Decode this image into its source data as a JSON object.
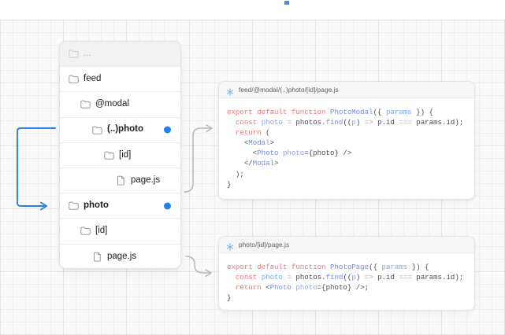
{
  "canvas": {
    "grid": true,
    "bg_color": "#fafafa",
    "accent_color": "#2680eb",
    "connector_color": "#b7b7bd"
  },
  "file_tree": {
    "rows": [
      {
        "label": "...",
        "icon": "folder-icon",
        "indent": 1,
        "muted": true,
        "bold": false,
        "marker": false
      },
      {
        "label": "feed",
        "icon": "folder-icon",
        "indent": 1,
        "muted": false,
        "bold": false,
        "marker": false
      },
      {
        "label": "@modal",
        "icon": "folder-icon",
        "indent": 2,
        "muted": false,
        "bold": false,
        "marker": false
      },
      {
        "label": "(..)photo",
        "icon": "folder-icon",
        "indent": 3,
        "muted": false,
        "bold": true,
        "marker": true
      },
      {
        "label": "[id]",
        "icon": "folder-icon",
        "indent": 4,
        "muted": false,
        "bold": false,
        "marker": false
      },
      {
        "label": "page.js",
        "icon": "file-icon",
        "indent": 5,
        "muted": false,
        "bold": false,
        "marker": false
      },
      {
        "label": "photo",
        "icon": "folder-icon",
        "indent": 1,
        "muted": false,
        "bold": true,
        "marker": true
      },
      {
        "label": "[id]",
        "icon": "folder-icon",
        "indent": 2,
        "muted": false,
        "bold": false,
        "marker": false
      },
      {
        "label": "page.js",
        "icon": "file-icon",
        "indent": 3,
        "muted": false,
        "bold": false,
        "marker": false
      }
    ]
  },
  "code_blocks": [
    {
      "header_icon": "nextjs-snowflake-icon",
      "header_path": "feed/@modal/(..)photo/[id]/page.js",
      "lines": [
        "export default function PhotoModal({ params }) {",
        "  const photo = photos.find((p) => p.id === params.id);",
        "  return (",
        "    <Modal>",
        "      <Photo photo={photo} />",
        "    </Modal>",
        "  );",
        "}"
      ]
    },
    {
      "header_icon": "nextjs-snowflake-icon",
      "header_path": "photo/[id]/page.js",
      "lines": [
        "export default function PhotoPage({ params }) {",
        "  const photo = photos.find((p) => p.id === params.id);",
        "  return <Photo photo={photo} />;",
        "}"
      ]
    }
  ],
  "connectors": [
    {
      "name": "intercept-route-arrow",
      "color": "#2680eb",
      "from": "(..)photo",
      "to": "photo"
    },
    {
      "name": "modal-page-arrow",
      "color": "#b7b7bd",
      "from": "page.js",
      "to": "feed/@modal/(..)photo/[id]/page.js"
    },
    {
      "name": "photo-page-arrow",
      "color": "#b7b7bd",
      "from": "page.js",
      "to": "photo/[id]/page.js"
    }
  ]
}
